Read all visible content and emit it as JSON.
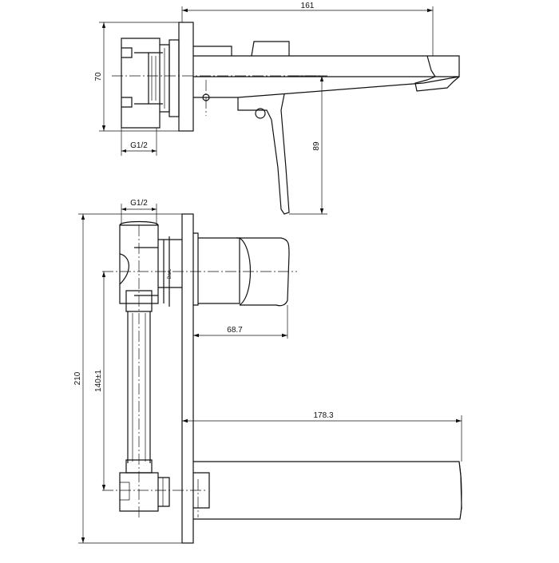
{
  "drawing": {
    "dimensions": {
      "top_width": "161",
      "top_height": "70",
      "top_thread": "G1/2",
      "handle_drop": "89",
      "bottom_thread": "G1/2",
      "handle_depth": "68.7",
      "overall_height": "210",
      "valve_spacing": "140±1",
      "spout_length": "178.3"
    },
    "marking": "BarL"
  }
}
